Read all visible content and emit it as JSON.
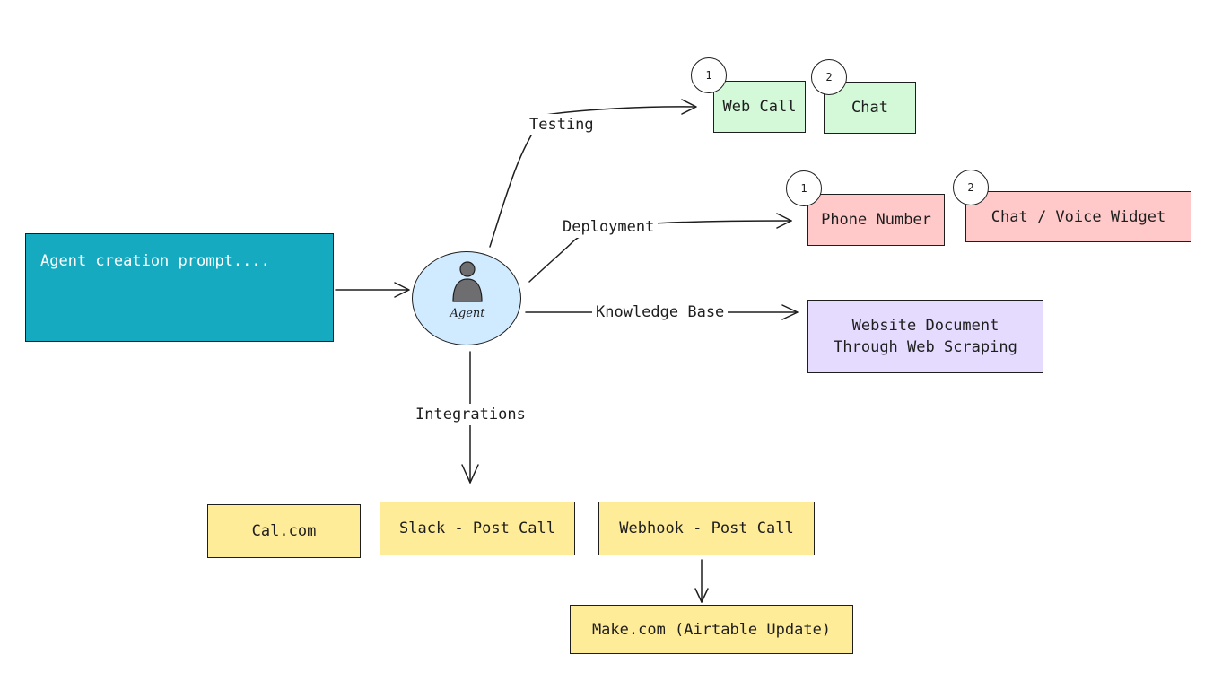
{
  "prompt": {
    "text": "Agent creation prompt...."
  },
  "agent": {
    "label": "Agent",
    "icon": "user-icon"
  },
  "edges": {
    "testing": "Testing",
    "deployment": "Deployment",
    "knowledge_base": "Knowledge Base",
    "integrations": "Integrations"
  },
  "testing": {
    "items": [
      {
        "badge": "1",
        "label": "Web Call"
      },
      {
        "badge": "2",
        "label": "Chat"
      }
    ]
  },
  "deployment": {
    "items": [
      {
        "badge": "1",
        "label": "Phone Number"
      },
      {
        "badge": "2",
        "label": "Chat / Voice Widget"
      }
    ]
  },
  "knowledge": {
    "line1": "Website Document",
    "line2": "Through Web Scraping"
  },
  "integrations": {
    "items": [
      "Cal.com",
      "Slack - Post Call",
      "Webhook - Post Call"
    ],
    "downstream": "Make.com (Airtable Update)"
  },
  "colors": {
    "prompt": "#15aabf",
    "agent": "#d0ebff",
    "testing": "#d3f9d8",
    "deployment": "#ffc9c9",
    "knowledge": "#e5dbff",
    "integrations": "#ffec99"
  }
}
